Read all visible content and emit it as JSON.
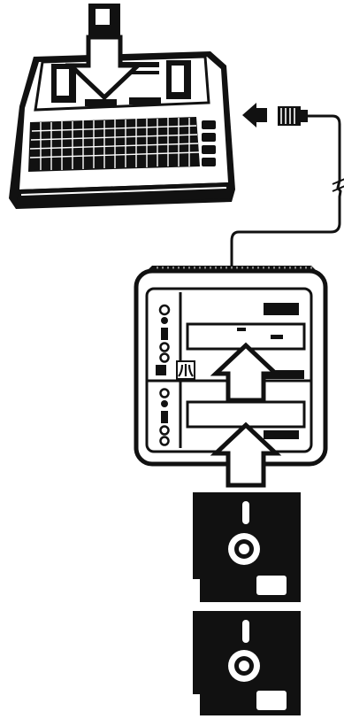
{
  "illustration": {
    "ink_color": "#111111",
    "paper_color": "#ffffff",
    "components": [
      "computer-console",
      "data-cable",
      "dual-disk-drive",
      "floppy-disk",
      "floppy-disk"
    ],
    "insert_arrows": 3,
    "floppy_disk_count": 2
  }
}
